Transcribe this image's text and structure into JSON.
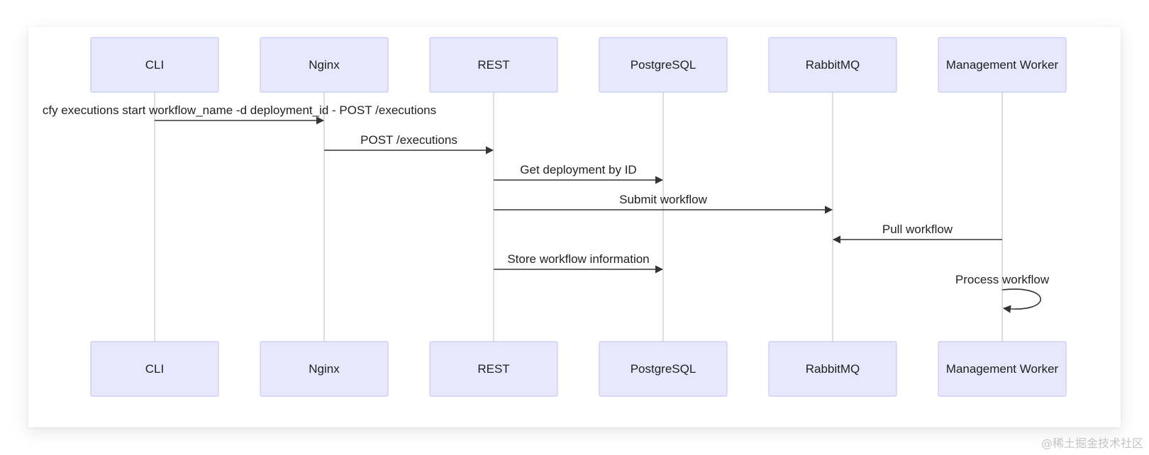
{
  "colors": {
    "actor_fill": "#e8e8fc",
    "actor_stroke": "#c9c9f0",
    "lifeline": "#c8c8c8",
    "message": "#333333"
  },
  "participants": [
    "CLI",
    "Nginx",
    "REST",
    "PostgreSQL",
    "RabbitMQ",
    "Management Worker"
  ],
  "messages": [
    {
      "from": 0,
      "to": 1,
      "label": "cfy executions start workflow_name -d deployment_id - POST /executions"
    },
    {
      "from": 1,
      "to": 2,
      "label": "POST /executions"
    },
    {
      "from": 2,
      "to": 3,
      "label": "Get deployment by ID"
    },
    {
      "from": 2,
      "to": 4,
      "label": "Submit workflow"
    },
    {
      "from": 5,
      "to": 4,
      "label": "Pull workflow"
    },
    {
      "from": 2,
      "to": 3,
      "label": "Store workflow information"
    },
    {
      "from": 5,
      "to": 5,
      "label": "Process workflow"
    }
  ],
  "watermark": "@稀土掘金技术社区"
}
